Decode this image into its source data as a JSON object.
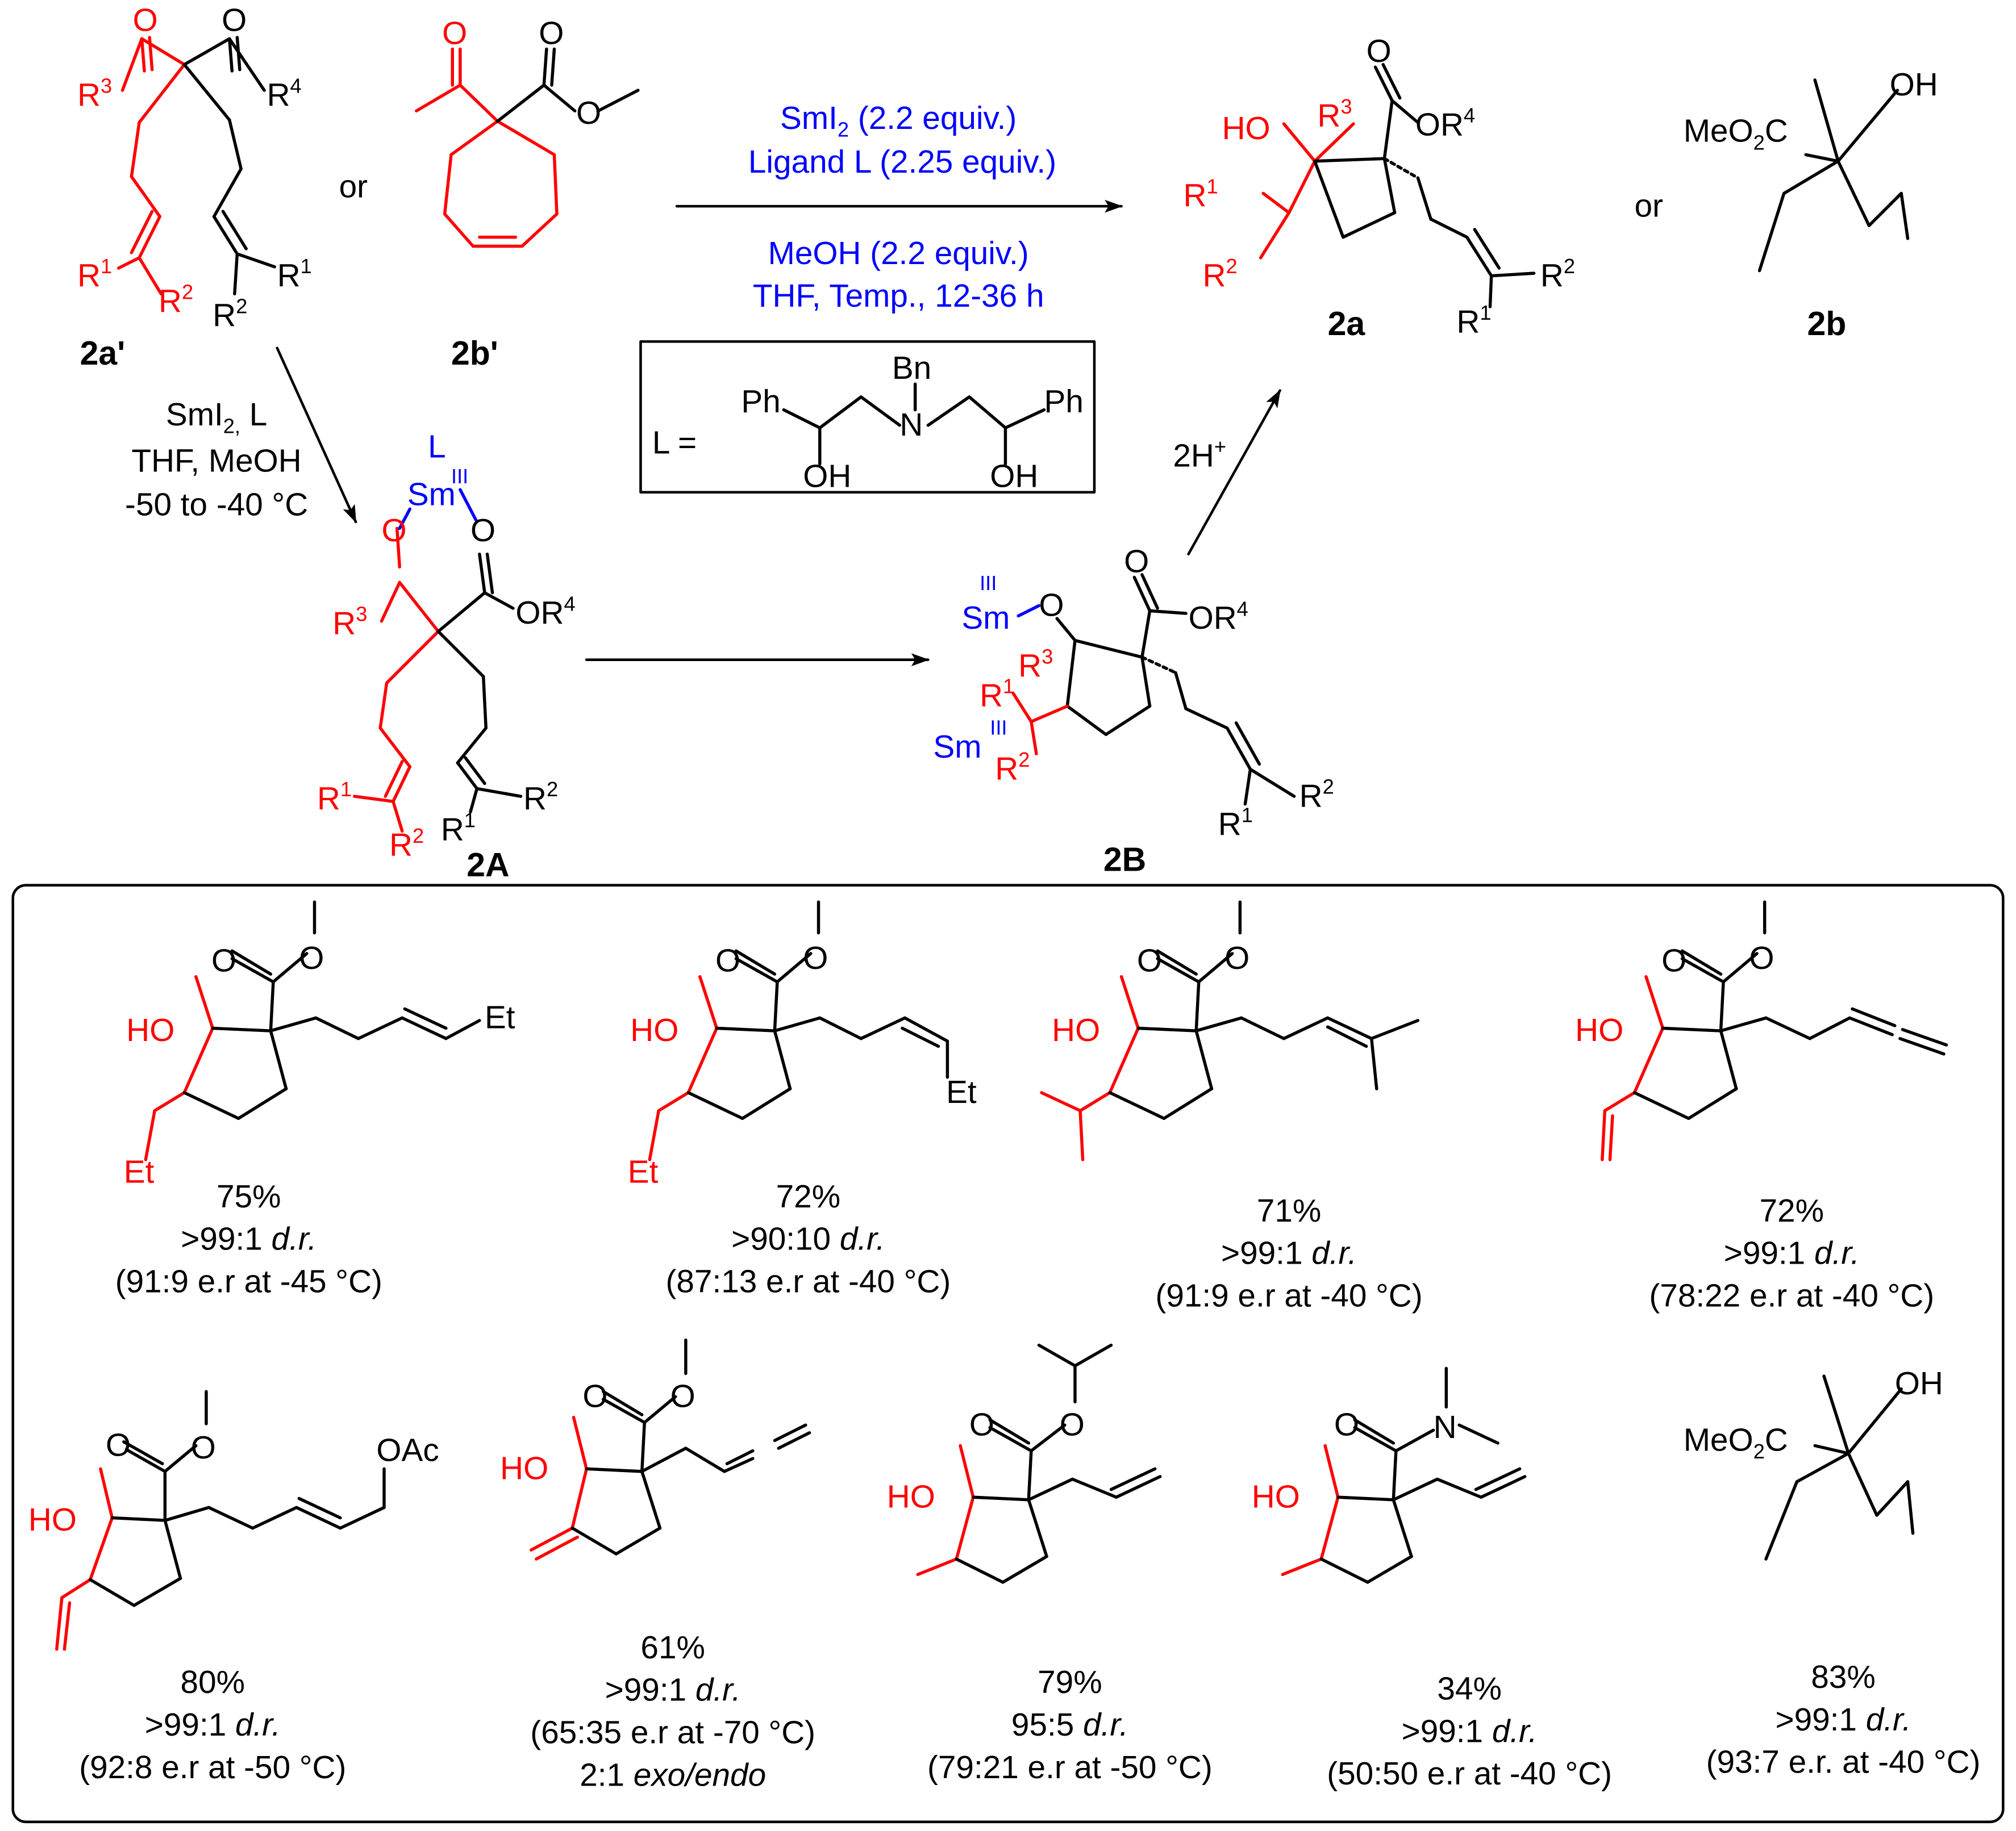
{
  "compounds": {
    "c2a_prime": "2a'",
    "c2b_prime": "2b'",
    "c2a": "2a",
    "c2b": "2b",
    "c2A": "2A",
    "c2B": "2B"
  },
  "connectors": {
    "or1": "or",
    "or2": "or"
  },
  "conditions": {
    "line1_a": "SmI",
    "line1_sub": "2",
    "line1_b": " (2.2 equiv.)",
    "line2": "Ligand L (2.25 equiv.)",
    "line3": "MeOH (2.2 equiv.)",
    "line4": "THF, Temp., 12-36 h"
  },
  "side_conditions": {
    "line1_a": "SmI",
    "line1_sub": "2,",
    "line1_b": " L",
    "line2": "THF, MeOH",
    "line3": "-50 to -40 °C"
  },
  "protonation": {
    "text": "2H",
    "sup": "+"
  },
  "ligand": {
    "prefix": "L =",
    "bn": "Bn",
    "n": "N",
    "ph": "Ph",
    "oh": "OH"
  },
  "atoms": {
    "O": "O",
    "R": "R",
    "sup1": "1",
    "sup2": "2",
    "sup3": "3",
    "sup4": "4",
    "HO": "HO",
    "OH": "OH",
    "OR": "OR",
    "Sm": "Sm",
    "III": "III",
    "L": "L",
    "MeO": "MeO",
    "two": "2",
    "C": "C",
    "Et": "Et",
    "OAc": "OAc",
    "N": "N"
  },
  "products": [
    {
      "yield": "75%",
      "dr_num": ">99:1 ",
      "dr_it": "d.r.",
      "er": "(91:9 e.r at -45 °C)"
    },
    {
      "yield": "72%",
      "dr_num": ">90:10 ",
      "dr_it": "d.r.",
      "er": "(87:13 e.r at -40 °C)"
    },
    {
      "yield": "71%",
      "dr_num": ">99:1 ",
      "dr_it": "d.r.",
      "er": "(91:9 e.r at -40 °C)"
    },
    {
      "yield": "72%",
      "dr_num": ">99:1 ",
      "dr_it": "d.r.",
      "er": "(78:22 e.r at -40 °C)"
    },
    {
      "yield": "80%",
      "dr_num": ">99:1 ",
      "dr_it": "d.r.",
      "er": "(92:8 e.r at -50 °C)"
    },
    {
      "yield": "61%",
      "dr_num": ">99:1 ",
      "dr_it": "d.r.",
      "er": "(65:35 e.r at -70 °C)",
      "extra_a": "2:1 ",
      "extra_b": "exo/endo"
    },
    {
      "yield": "79%",
      "dr_num": "95:5 ",
      "dr_it": "d.r.",
      "er": "(79:21 e.r at -50 °C)"
    },
    {
      "yield": "34%",
      "dr_num": ">99:1 ",
      "dr_it": "d.r.",
      "er": "(50:50 e.r at -40 °C)"
    },
    {
      "yield": "83%",
      "dr_num": ">99:1 ",
      "dr_it": "d.r.",
      "er": "(93:7 e.r. at -40 °C)"
    }
  ],
  "colors": {
    "black": "#000000",
    "red": "#ff0000",
    "blue": "#0000ff"
  }
}
